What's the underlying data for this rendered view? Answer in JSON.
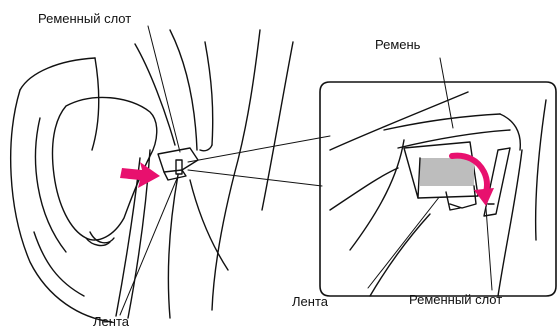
{
  "labels": {
    "belt_slot_top": "Ременный слот",
    "belt": "Ремень",
    "tape_bottom": "Лента",
    "tape_middle": "Лента",
    "belt_slot_right": "Ременный слот"
  },
  "colors": {
    "line": "#111111",
    "arrow": "#e8106e",
    "tape_fill": "#bdbdbd"
  },
  "icons": {
    "pink_arrow_left": "push-arrow",
    "pink_arrow_detail": "curved-insert-arrow"
  }
}
